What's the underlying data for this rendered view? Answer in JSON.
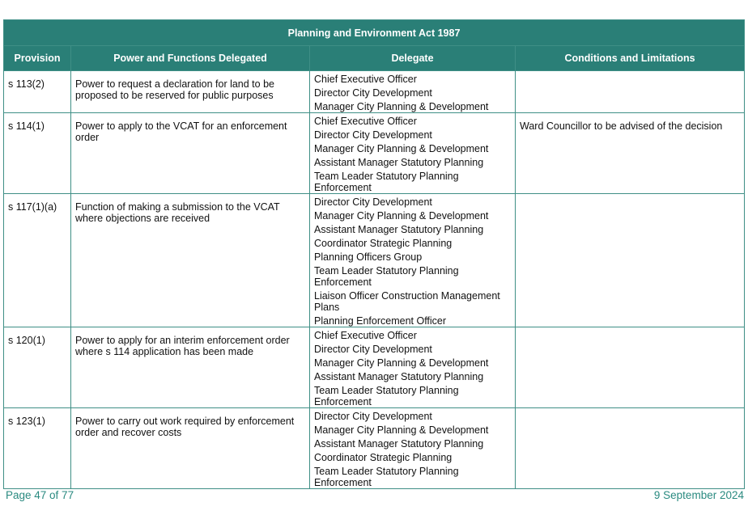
{
  "table": {
    "title": "Planning and Environment Act 1987",
    "headers": {
      "provision": "Provision",
      "power": "Power and Functions Delegated",
      "delegate": "Delegate",
      "conditions": "Conditions and Limitations"
    },
    "rows": [
      {
        "provision": "s 113(2)",
        "power": "Power to request a declaration for land to be proposed to be reserved for public purposes",
        "delegates": [
          "Chief Executive Officer",
          "Director City Development",
          "Manager City Planning & Development"
        ],
        "conditions": ""
      },
      {
        "provision": "s 114(1)",
        "power": "Power to apply to the VCAT for an enforcement order",
        "delegates": [
          "Chief Executive Officer",
          "Director City Development",
          "Manager City Planning & Development",
          "Assistant Manager Statutory Planning",
          "Team Leader Statutory Planning Enforcement"
        ],
        "conditions": "Ward Councillor to be advised of the decision"
      },
      {
        "provision": "s 117(1)(a)",
        "power": "Function of making a submission to the VCAT where objections are received",
        "delegates": [
          "Director City Development",
          "Manager City Planning & Development",
          "Assistant Manager Statutory Planning",
          "Coordinator Strategic Planning",
          "Planning Officers Group",
          "Team Leader Statutory Planning Enforcement",
          "Liaison Officer Construction Management Plans",
          "Planning Enforcement Officer"
        ],
        "conditions": ""
      },
      {
        "provision": "s 120(1)",
        "power": "Power to apply for an interim enforcement order where s 114 application has been made",
        "delegates": [
          "Chief Executive Officer",
          "Director City Development",
          "Manager City Planning & Development",
          "Assistant Manager Statutory Planning",
          "Team Leader Statutory Planning Enforcement"
        ],
        "conditions": ""
      },
      {
        "provision": "s 123(1)",
        "power": "Power to carry out work required by enforcement order and recover costs",
        "delegates": [
          "Director City Development",
          "Manager City Planning & Development",
          "Assistant Manager Statutory Planning",
          "Coordinator Strategic Planning",
          "Team Leader Statutory Planning Enforcement"
        ],
        "conditions": ""
      }
    ]
  },
  "footer": {
    "page": "Page 47 of 77",
    "date": "9 September 2024"
  }
}
